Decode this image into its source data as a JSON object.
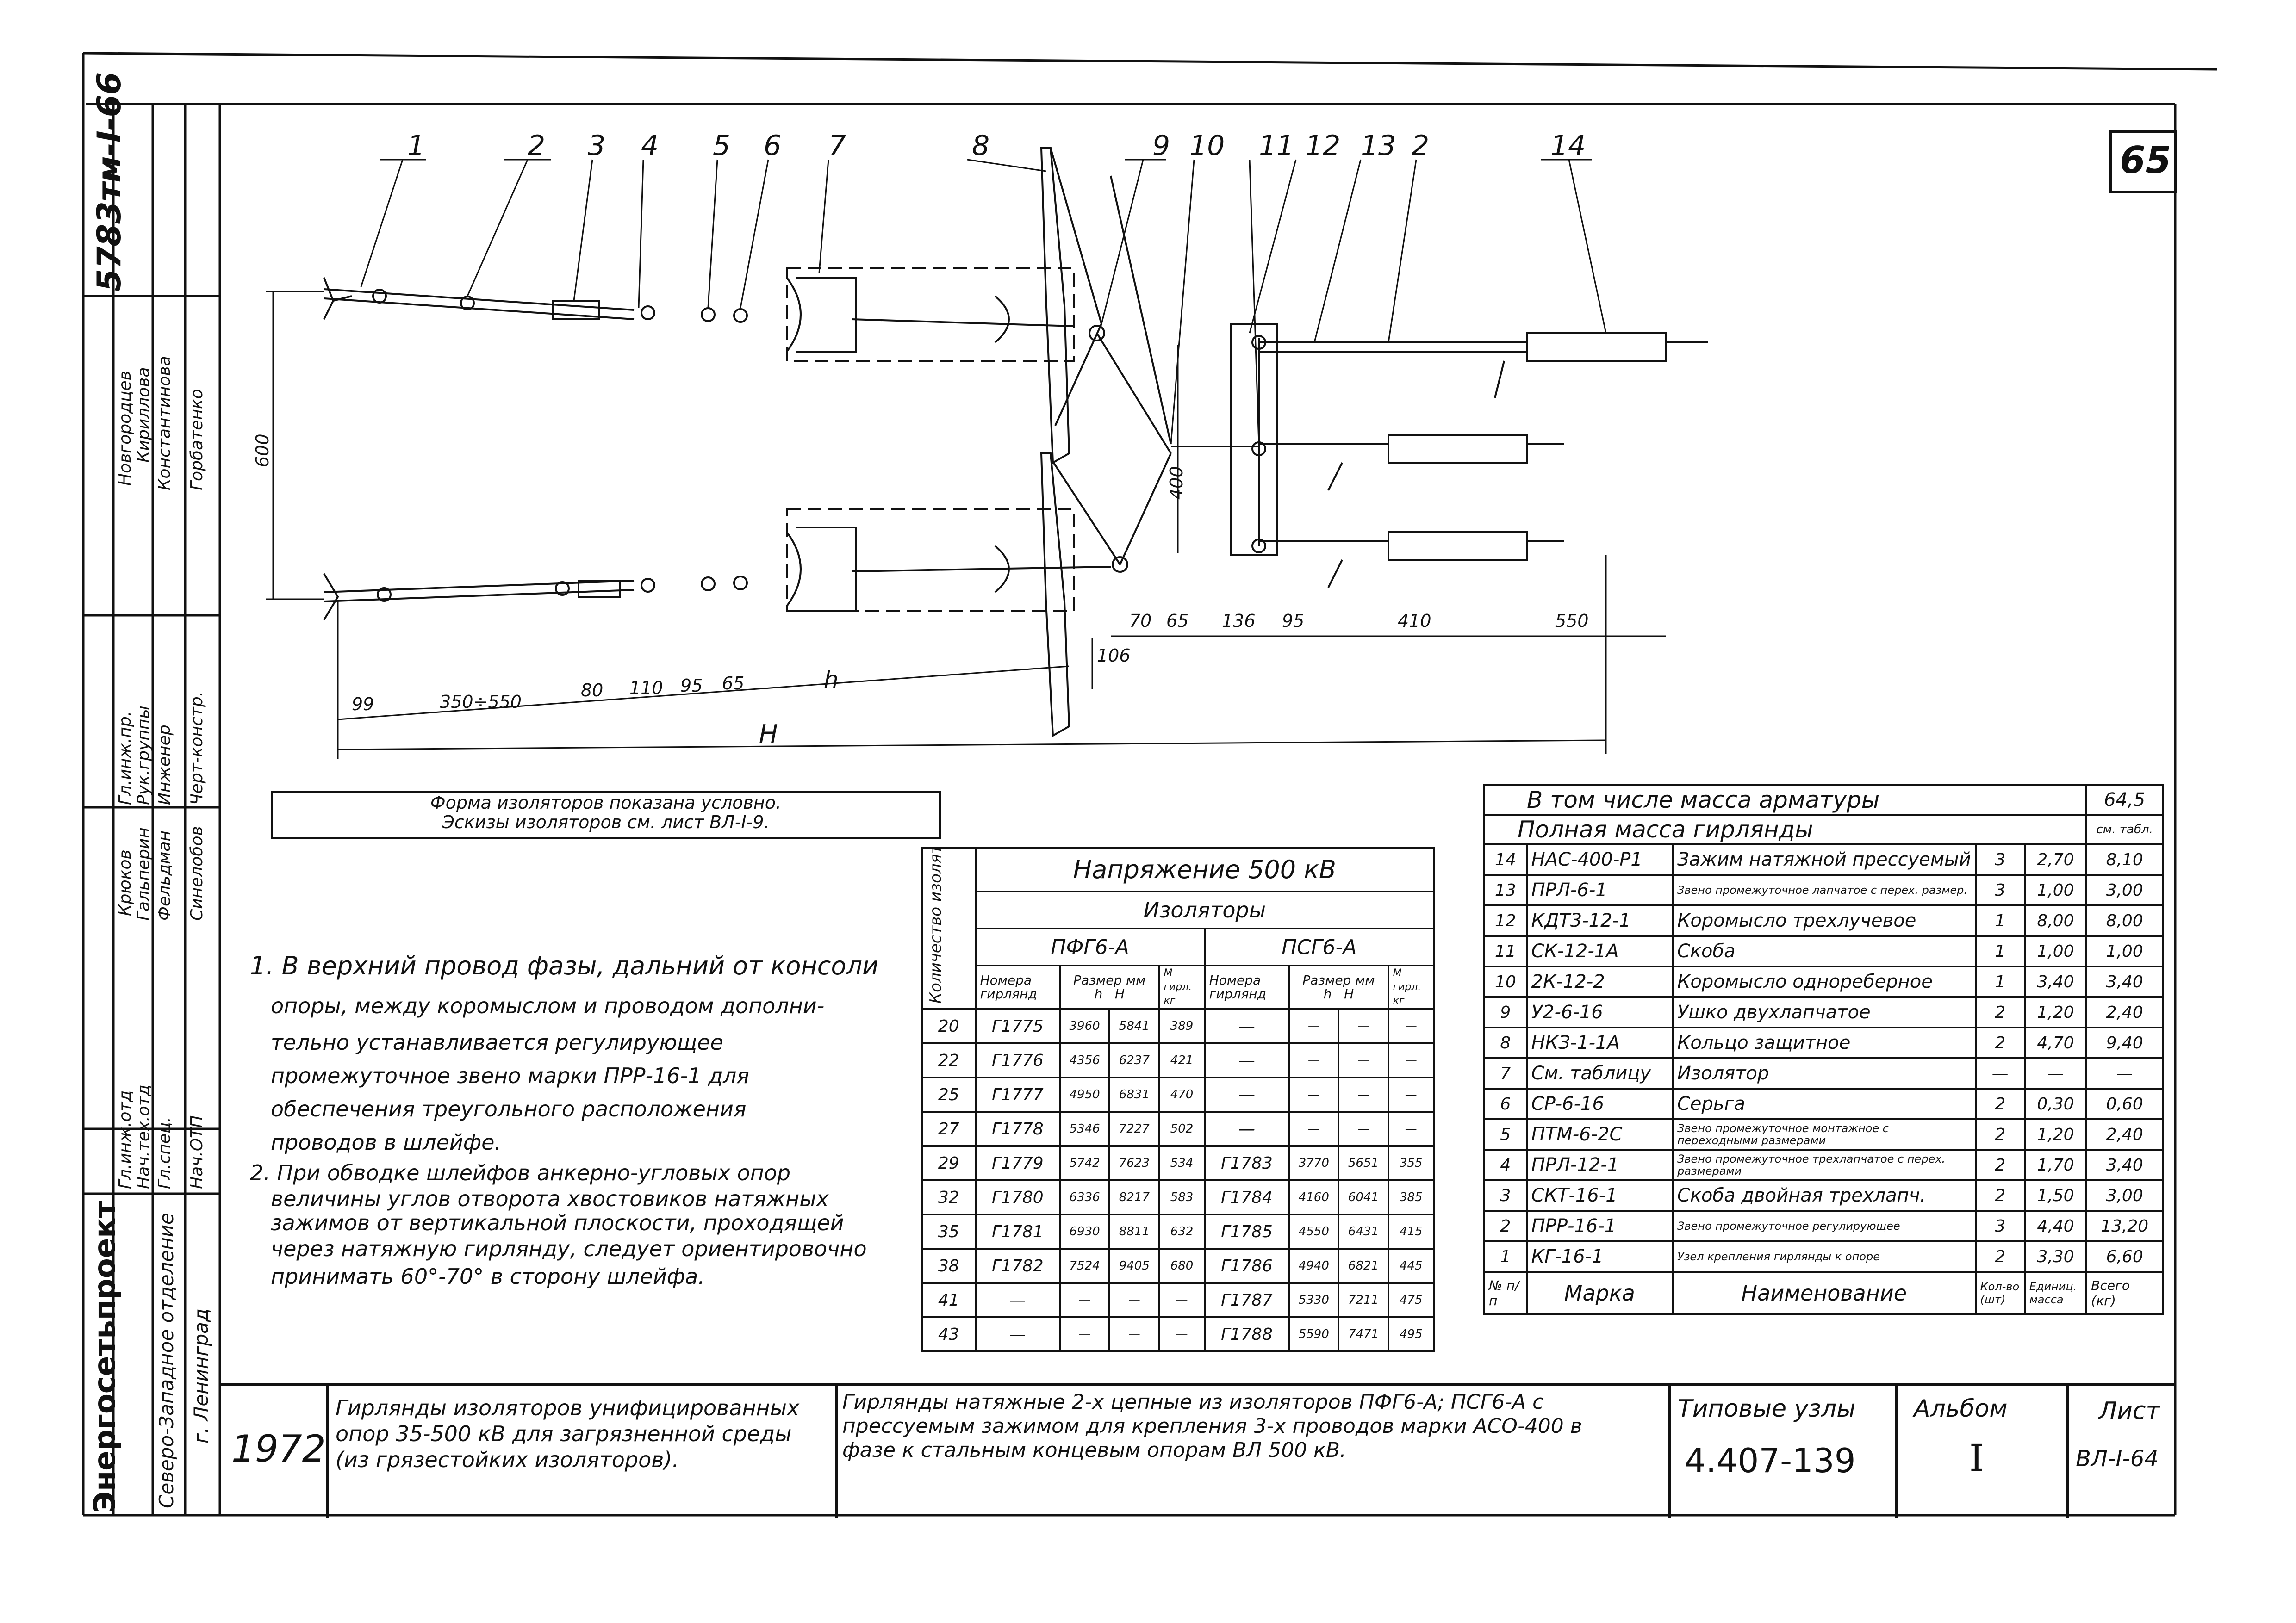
{
  "sheet_number": "65",
  "archive_code": "5783тм-I-66",
  "drawing": {
    "callouts": [
      "1",
      "2",
      "3",
      "4",
      "5",
      "6",
      "7",
      "8",
      "9",
      "10",
      "11",
      "12",
      "13",
      "2",
      "14"
    ],
    "dimensions": {
      "height_600": "600",
      "height_400": "400",
      "d70": "70",
      "d65_right": "65",
      "d136": "136",
      "d95_right": "95",
      "d410": "410",
      "d550": "550",
      "d106": "106",
      "d99": "99",
      "d350_550": "350÷550",
      "d80": "80",
      "d110": "110",
      "d95_left": "95",
      "d65_left": "65",
      "h": "h",
      "H": "H"
    }
  },
  "insulator_note": [
    "Форма изоляторов показана условно.",
    "Эскизы изоляторов см. лист ВЛ-I-9."
  ],
  "notes": [
    "1. В верхний провод фазы, дальний от консоли",
    "опоры, между коромыслом и проводом дополни-",
    "тельно устанавливается регулирующее",
    "промежуточное звено марки ПРР-16-1 для",
    "обеспечения треугольного расположения",
    "проводов в шлейфе.",
    "2. При обводке шлейфов анкерно-угловых опор",
    "величины углов отворота хвостовиков натяжных",
    "зажимов от вертикальной плоскости, проходящей",
    "через натяжную гирлянду, следует ориентировочно",
    "принимать 60°-70° в сторону шлейфа."
  ],
  "insulator_table": {
    "voltage_header": "Напряжение 500 кВ",
    "insulators_header": "Изоляторы",
    "count_header": "Количество изоляторов",
    "type_a": "ПФГ6-А",
    "type_b": "ПСГ6-А",
    "col_number": "Номера гирлянд",
    "col_size": "Размер мм",
    "col_h": "h",
    "col_H": "H",
    "col_mass": "М гирл. кг",
    "rows": [
      [
        "20",
        "Г1775",
        "3960",
        "5841",
        "389",
        "—",
        "—",
        "—",
        "—"
      ],
      [
        "22",
        "Г1776",
        "4356",
        "6237",
        "421",
        "—",
        "—",
        "—",
        "—"
      ],
      [
        "25",
        "Г1777",
        "4950",
        "6831",
        "470",
        "—",
        "—",
        "—",
        "—"
      ],
      [
        "27",
        "Г1778",
        "5346",
        "7227",
        "502",
        "—",
        "—",
        "—",
        "—"
      ],
      [
        "29",
        "Г1779",
        "5742",
        "7623",
        "534",
        "Г1783",
        "3770",
        "5651",
        "355"
      ],
      [
        "32",
        "Г1780",
        "6336",
        "8217",
        "583",
        "Г1784",
        "4160",
        "6041",
        "385"
      ],
      [
        "35",
        "Г1781",
        "6930",
        "8811",
        "632",
        "Г1785",
        "4550",
        "6431",
        "415"
      ],
      [
        "38",
        "Г1782",
        "7524",
        "9405",
        "680",
        "Г1786",
        "4940",
        "6821",
        "445"
      ],
      [
        "41",
        "—",
        "—",
        "—",
        "—",
        "Г1787",
        "5330",
        "7211",
        "475"
      ],
      [
        "43",
        "—",
        "—",
        "—",
        "—",
        "Г1788",
        "5590",
        "7471",
        "495"
      ]
    ]
  },
  "parts_table": {
    "armature_mass_label": "В том числе масса арматуры",
    "armature_mass_value": "64,5",
    "full_mass_label": "Полная масса гирлянды",
    "full_mass_value": "см. табл.",
    "rows": [
      [
        "14",
        "НАС-400-Р1",
        "Зажим натяжной прессуемый",
        "3",
        "2,70",
        "8,10"
      ],
      [
        "13",
        "ПРЛ-6-1",
        "Звено промежуточное лапчатое с перех. размер.",
        "3",
        "1,00",
        "3,00"
      ],
      [
        "12",
        "КДТ3-12-1",
        "Коромысло трехлучевое",
        "1",
        "8,00",
        "8,00"
      ],
      [
        "11",
        "СК-12-1А",
        "Скоба",
        "1",
        "1,00",
        "1,00"
      ],
      [
        "10",
        "2К-12-2",
        "Коромысло однореберное",
        "1",
        "3,40",
        "3,40"
      ],
      [
        "9",
        "У2-6-16",
        "Ушко двухлапчатое",
        "2",
        "1,20",
        "2,40"
      ],
      [
        "8",
        "НКЗ-1-1А",
        "Кольцо защитное",
        "2",
        "4,70",
        "9,40"
      ],
      [
        "7",
        "См. таблицу",
        "Изолятор",
        "—",
        "—",
        "—"
      ],
      [
        "6",
        "СР-6-16",
        "Серьга",
        "2",
        "0,30",
        "0,60"
      ],
      [
        "5",
        "ПТМ-6-2С",
        "Звено промежуточное монтажное с переходными размерами",
        "2",
        "1,20",
        "2,40"
      ],
      [
        "4",
        "ПРЛ-12-1",
        "Звено промежуточное трехлапчатое с перех. размерами",
        "2",
        "1,70",
        "3,40"
      ],
      [
        "3",
        "СКТ-16-1",
        "Скоба двойная трехлапч.",
        "2",
        "1,50",
        "3,00"
      ],
      [
        "2",
        "ПРР-16-1",
        "Звено промежуточное регулирующее",
        "3",
        "4,40",
        "13,20"
      ],
      [
        "1",
        "КГ-16-1",
        "Узел крепления гирлянды к опоре",
        "2",
        "3,30",
        "6,60"
      ]
    ],
    "footer": [
      "№ п/п",
      "Марка",
      "Наименование",
      "Кол-во (шт)",
      "Единиц. масса",
      "Всего (кг)"
    ]
  },
  "title_block": {
    "org": "Энергосетьпроект",
    "branch": "Северо-Западное отделение",
    "city": "г. Ленинград",
    "year": "1972",
    "series_title": "Гирлянды изоляторов унифицированных опор 35-500 кВ для загрязненной среды (из грязестойких изоляторов).",
    "sheet_title": "Гирлянды натяжные 2-х цепные из изоляторов ПФГ6-А; ПСГ6-А с прессуемым зажимом для крепления 3-х проводов марки АСО-400 в фазе к стальным концевым опорам ВЛ 500 кВ.",
    "type_label": "Типовые узлы",
    "type_value": "4.407-139",
    "album_label": "Альбом",
    "album_value": "I",
    "sheet_label": "Лист",
    "sheet_value": "ВЛ-I-64"
  },
  "signatures_upper": [
    {
      "role": "Гл.инж.пр.",
      "name": "Новгородцев"
    },
    {
      "role": "Рук.группы",
      "name": "Кириллова"
    },
    {
      "role": "Инженер",
      "name": "Константинова"
    },
    {
      "role": "Черт-констр.",
      "name": "Горбатенко"
    }
  ],
  "signatures_lower": [
    {
      "role": "Гл.инж.отд",
      "name": "Крюков"
    },
    {
      "role": "Нач.тех.отд",
      "name": "Гальперин"
    },
    {
      "role": "Гл.спец.",
      "name": "Фельдман"
    },
    {
      "role": "Нач.ОТП",
      "name": "Синелобов"
    }
  ]
}
